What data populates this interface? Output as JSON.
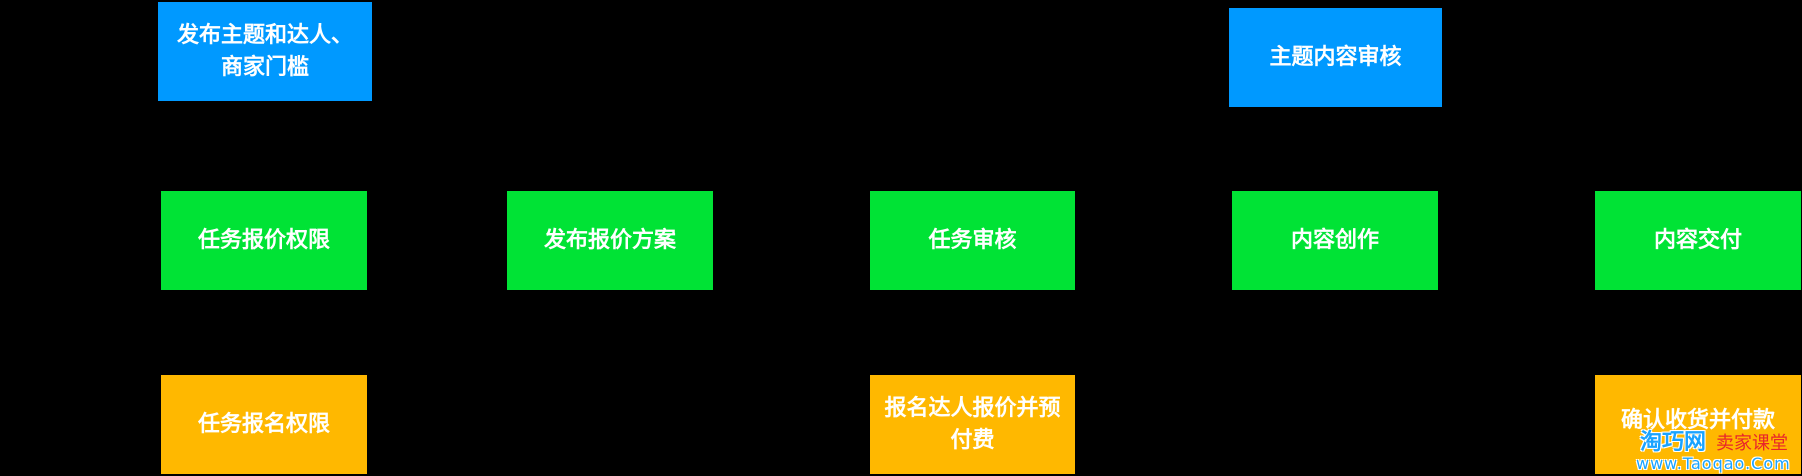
{
  "nodes": {
    "publish_theme": "发布主题和达人、商家门槛",
    "theme_review": "主题内容审核",
    "task_quote_permission": "任务报价权限",
    "publish_quote_plan": "发布报价方案",
    "task_review": "任务审核",
    "content_creation": "内容创作",
    "content_delivery": "内容交付",
    "task_signup_permission": "任务报名权限",
    "signup_quote_prepay": "报名达人报价并预付费",
    "confirm_pay": "确认收货并付款"
  },
  "watermark": {
    "logo": "淘巧网",
    "subtitle": "卖家课堂",
    "url": "www.Taoqao.Com"
  },
  "colors": {
    "background": "#000000",
    "blue": "#0099ff",
    "green": "#00e335",
    "orange": "#ffb800",
    "text": "#ffffff"
  }
}
